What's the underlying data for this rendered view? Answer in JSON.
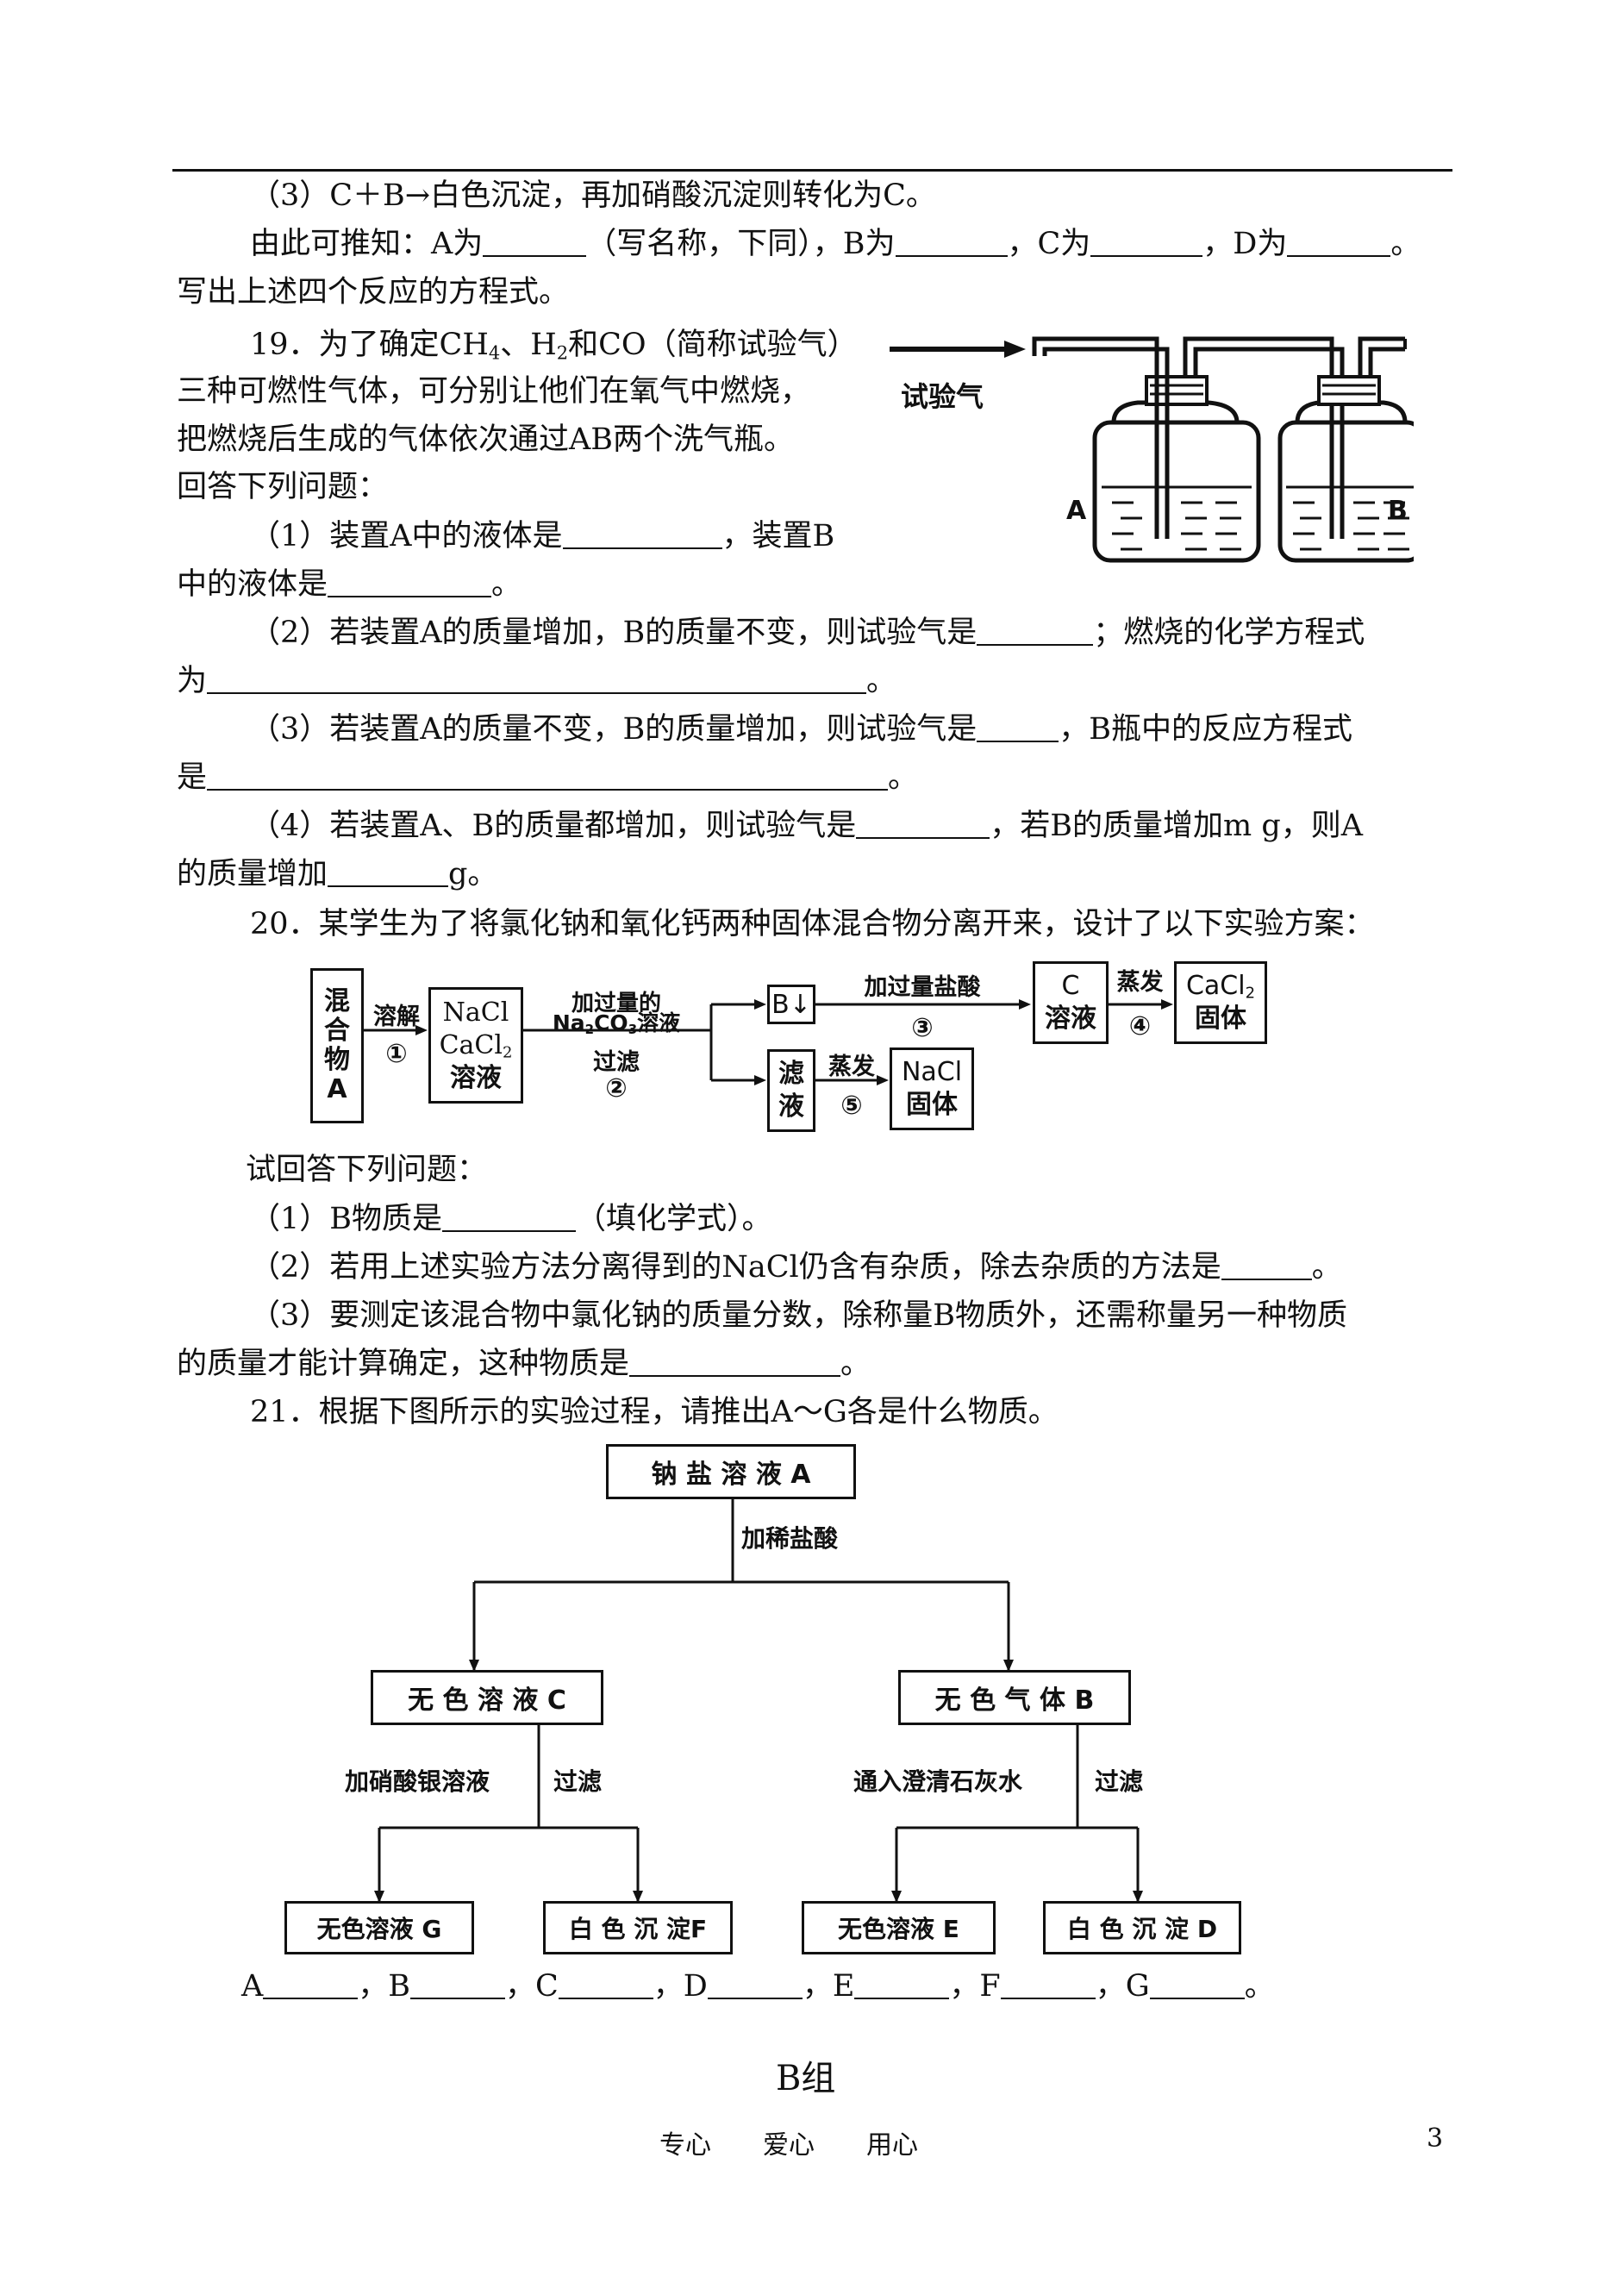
{
  "q18_3": "（3）C＋B→白色沉淀，再加硝酸沉淀则转化为C。",
  "infer": {
    "prefix": "由此可推知：A为",
    "p1": "（写名称，下同），B为",
    "p2": "，C为",
    "p3": "，D为",
    "end": "。"
  },
  "write_eq": "写出上述四个反应的方程式。",
  "q19": {
    "l1a": "19．为了确定CH",
    "sub4": "4",
    "l1b": "、H",
    "sub2": "2",
    "l1c": "和CO（简称试验气）",
    "l2": "三种可燃性气体，可分别让他们在氧气中燃烧，",
    "l3": "把燃烧后生成的气体依次通过AB两个洗气瓶。",
    "l4": "回答下列问题：",
    "s1a": "（1）装置A中的液体是",
    "s1b": "，装置B",
    "s1c": "中的液体是",
    "s1d": "。",
    "s2a": "（2）若装置A的质量增加，B的质量不变，则试验气是",
    "s2b": "；燃烧的化学方程式",
    "s2c": "为",
    "s2d": "。",
    "s3a": "（3）若装置A的质量不变，B的质量增加，则试验气是",
    "s3b": "，B瓶中的反应方程式",
    "s3c": "是",
    "s3d": "。",
    "s4a": "（4）若装置A、B的质量都增加，则试验气是",
    "s4b": "，若B的质量增加m g，则A",
    "s4c": "的质量增加",
    "s4d": "g。",
    "fig": {
      "arrow_label": "试验气",
      "bottle_a": "A",
      "bottle_b": "B"
    }
  },
  "q20": {
    "intro": "20．某学生为了将氯化钠和氧化钙两种固体混合物分离开来，设计了以下实验方案：",
    "flow": {
      "mix": [
        "混",
        "合",
        "物",
        "A"
      ],
      "dissolve": "溶解",
      "step1": "①",
      "sol1": [
        "NaCl",
        "CaCl",
        "溶液"
      ],
      "sol1_sub": "2",
      "reagent_a": "加过量的",
      "reagent_b": "Na",
      "reagent_b_sub1": "2",
      "reagent_b_mid": "CO",
      "reagent_b_sub2": "3",
      "reagent_b_end": "溶液",
      "filter": "过滤",
      "step2": "②",
      "b_box": "B↓",
      "hcl": "加过量盐酸",
      "step3": "③",
      "c_box": [
        "C",
        "溶液"
      ],
      "evap1": "蒸发",
      "step4": "④",
      "cacl2_box": [
        "CaCl",
        "固体"
      ],
      "cacl2_sub": "2",
      "filtrate": [
        "滤",
        "液"
      ],
      "evap2": "蒸发",
      "step5": "⑤",
      "nacl_box": [
        "NaCl",
        "固体"
      ]
    },
    "ask": "试回答下列问题：",
    "s1a": "（1）B物质是",
    "s1b": "（填化学式）。",
    "s2a": "（2）若用上述实验方法分离得到的NaCl仍含有杂质，除去杂质的方法是",
    "s2b": "。",
    "s3a": "（3）要测定该混合物中氯化钠的质量分数，除称量B物质外，还需称量另一种物质",
    "s3b": "的质量才能计算确定，这种物质是",
    "s3c": "。"
  },
  "q21": {
    "intro": "21．根据下图所示的实验过程，请推出A～G各是什么物质。",
    "tree": {
      "top": "钠 盐 溶 液 A",
      "add_hcl": "加稀盐酸",
      "left": "无 色 溶 液 C",
      "right": "无 色 气 体 B",
      "left_reagent": "加硝酸银溶液",
      "left_filter": "过滤",
      "right_reagent": "通入澄清石灰水",
      "right_filter": "过滤",
      "g": "无色溶液 G",
      "f": "白 色 沉 淀F",
      "e": "无色溶液 E",
      "d": "白 色 沉 淀 D"
    },
    "answers": [
      "A",
      "，B",
      "，C",
      "，D",
      "，E",
      "，F",
      "，G"
    ],
    "end": "。"
  },
  "group": "B组",
  "footer": {
    "motto": "专心　　爱心　　用心",
    "page": "3"
  }
}
